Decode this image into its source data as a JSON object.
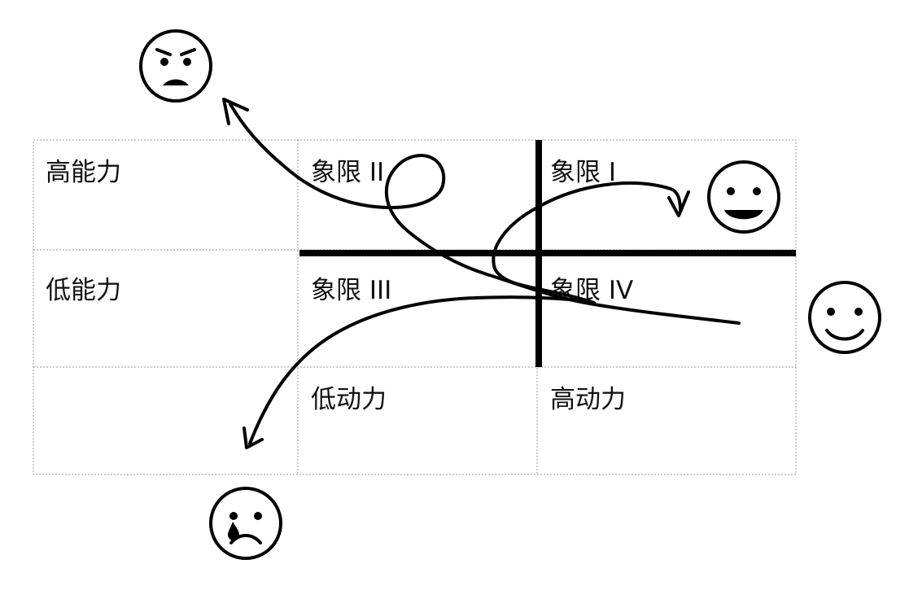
{
  "matrix": {
    "row_labels": {
      "high_ability": "高能力",
      "low_ability": "低能力"
    },
    "column_labels": {
      "low_motivation": "低动力",
      "high_motivation": "高动力"
    },
    "quadrants": {
      "q1": "象限 I",
      "q2": "象限 II",
      "q3": "象限 III",
      "q4": "象限 IV"
    }
  },
  "faces": {
    "top_left": "angry-face",
    "quadrant_one": "grinning-face",
    "right": "smiling-face",
    "bottom": "crying-face"
  },
  "colors": {
    "ink": "#000000",
    "grid": "#9a9a9a",
    "background": "#ffffff"
  }
}
